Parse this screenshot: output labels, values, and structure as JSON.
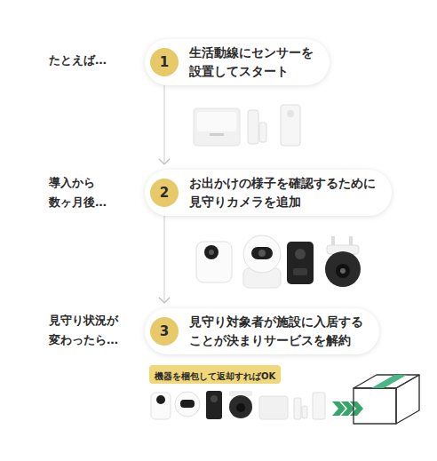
{
  "diagram": {
    "nodes": [
      {
        "text": [
          "生活動線にセンサーを 設置してスタート"
        ]
      },
      {
        "text": [
          "1"
        ],
        "in": 0
      },
      {
        "text": [
          "お出かけの様子を確認するために 見守りカメラを追加"
        ]
      },
      {
        "text": [
          "2"
        ],
        "in": 2
      },
      {
        "text": [
          "見守り対象者が施設に入居する ことが決まりサービスを解約"
        ]
      },
      {
        "text": [
          "3"
        ],
        "in": 4
      },
      {
        "text": [
          "機器を梱包して返却すればOK"
        ]
      }
    ],
    "edges": [
      {
        "from": 0,
        "to": 2,
        "arrow": "to"
      },
      {
        "from": 2,
        "to": 4,
        "arrow": "to"
      }
    ],
    "labels": [
      "たとえば…",
      "導入から 数ヶ月後…",
      "見守り状況が 変わったら…"
    ]
  }
}
